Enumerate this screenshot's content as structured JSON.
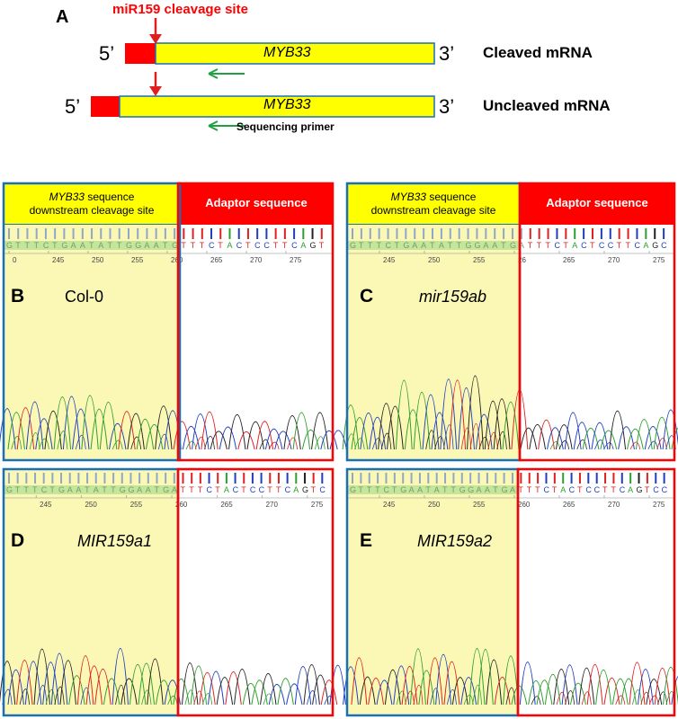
{
  "panel_a": {
    "letter": "A",
    "cleavage_label": "miR159 cleavage site",
    "five_prime": "5’",
    "three_prime": "3’",
    "gene": "MYB33",
    "cleaved_label": "Cleaved mRNA",
    "uncleaved_label": "Uncleaved mRNA",
    "primer_label": "Sequencing primer"
  },
  "headers": {
    "myb33_line1_italic": "MYB33",
    "myb33_line1_rest": " sequence",
    "myb33_line2": "downstream cleavage site",
    "adaptor": "Adaptor sequence"
  },
  "chromatograms": [
    {
      "letter": "B",
      "sample": "Col-0",
      "italic": false,
      "left_seq": "GTTTCTGAATATTGGAATG",
      "right_seq": "TTTCTACTCCTTCAGT",
      "ticks": [
        "0",
        "245",
        "250",
        "255",
        "260",
        "265",
        "270",
        "275"
      ]
    },
    {
      "letter": "C",
      "sample": "mir159ab",
      "italic": true,
      "left_seq": "GTTTCTGAATATTGGAATGA",
      "right_seq": "TTTCTACTCCTTCAGC",
      "ticks": [
        "245",
        "250",
        "255",
        "26",
        "265",
        "270",
        "275"
      ]
    },
    {
      "letter": "D",
      "sample": "MIR159a1",
      "italic": true,
      "left_seq": "GTTTCTGAATATTGGAATGA",
      "right_seq": "TTTCTACTCCTTCAGTC",
      "ticks": [
        "245",
        "250",
        "255",
        "260",
        "265",
        "270",
        "275"
      ]
    },
    {
      "letter": "E",
      "sample": "MIR159a2",
      "italic": true,
      "left_seq": "GTTTCTGAATATTGGAATGA",
      "right_seq": "TTTCTACTCCTTCAGTCC",
      "ticks": [
        "245",
        "250",
        "255",
        "260",
        "265",
        "270",
        "275"
      ]
    }
  ],
  "colors": {
    "yellow": "#ffff00",
    "red": "#ff0000",
    "blue_frame": "#1a6fb5",
    "seq_shade": "#fbf8b6",
    "seq_bar": "#c4e59a",
    "green_arrow": "#20a040",
    "trace_a": "#2ca02c",
    "trace_c": "#1f3fbf",
    "trace_g": "#222222",
    "trace_t": "#e02020"
  }
}
